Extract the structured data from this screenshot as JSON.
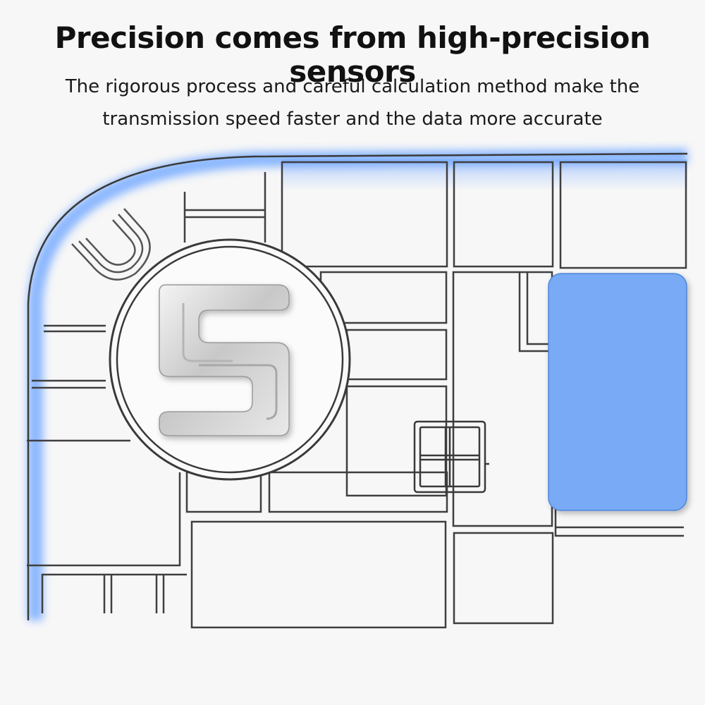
{
  "header": {
    "title": "Precision comes from high-precision sensors",
    "subtitle": "The rigorous process and careful calculation method make the transmission speed faster and the data more accurate"
  },
  "illustration": {
    "subject": "sensor-board-diagram",
    "center_emblem_icon": "sensor-chip-emblem-icon"
  },
  "colors": {
    "background": "#f7f7f7",
    "line": "#3a3a3a",
    "accent_glow": "#7fb0ff",
    "pad_fill": "#78aaf5",
    "emblem_metal": "#c9c9c9"
  }
}
